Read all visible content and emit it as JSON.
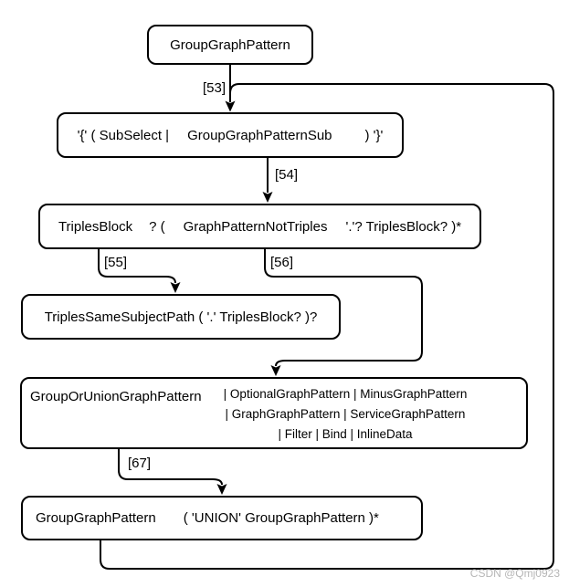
{
  "nodes": {
    "head": {
      "label": "GroupGraphPattern"
    },
    "rule53": {
      "pre": "'{' ( SubSelect |",
      "link": "GroupGraphPatternSub",
      "post": ") '}'"
    },
    "rule54": {
      "link1": "TriplesBlock",
      "mid": "? (",
      "link2": "GraphPatternNotTriples",
      "post": "'.'? TriplesBlock? )*"
    },
    "rule55": {
      "label": "TriplesSameSubjectPath ( '.' TriplesBlock? )?"
    },
    "rule56": {
      "link": "GroupOrUnionGraphPattern",
      "alts": {
        "line1": "| OptionalGraphPattern | MinusGraphPattern",
        "line2": "| GraphGraphPattern | ServiceGraphPattern",
        "line3": "| Filter | Bind | InlineData"
      }
    },
    "rule67": {
      "link": "GroupGraphPattern",
      "post": "( 'UNION' GroupGraphPattern )*"
    }
  },
  "edge_labels": {
    "e53": "[53]",
    "e54": "[54]",
    "e55": "[55]",
    "e56": "[56]",
    "e67": "[67]"
  },
  "watermark": "CSDN @Qmj0923",
  "colors": {
    "line": "#000000",
    "text": "#000000",
    "background": "#ffffff",
    "watermark": "#b6b6b6"
  }
}
